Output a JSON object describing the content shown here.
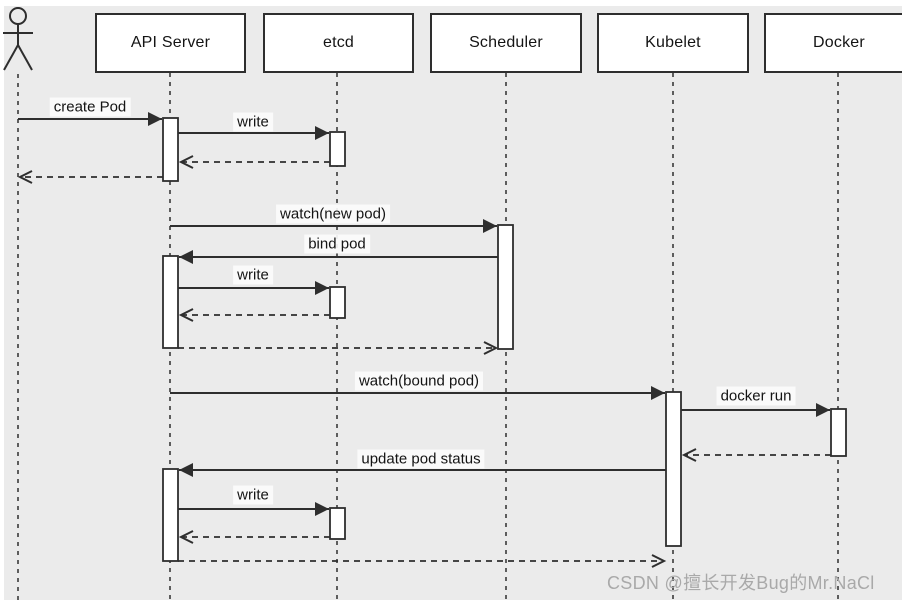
{
  "diagram": {
    "type": "uml-sequence-diagram",
    "participants": [
      {
        "id": "user",
        "kind": "actor",
        "label": ""
      },
      {
        "id": "api-server",
        "kind": "object",
        "label": "API Server"
      },
      {
        "id": "etcd",
        "kind": "object",
        "label": "etcd"
      },
      {
        "id": "scheduler",
        "kind": "object",
        "label": "Scheduler"
      },
      {
        "id": "kubelet",
        "kind": "object",
        "label": "Kubelet"
      },
      {
        "id": "docker",
        "kind": "object",
        "label": "Docker"
      }
    ],
    "messages": [
      {
        "from": "user",
        "to": "api-server",
        "label": "create Pod",
        "style": "solid"
      },
      {
        "from": "api-server",
        "to": "etcd",
        "label": "write",
        "style": "solid"
      },
      {
        "from": "etcd",
        "to": "api-server",
        "label": "",
        "style": "dashed-return"
      },
      {
        "from": "api-server",
        "to": "user",
        "label": "",
        "style": "dashed-return"
      },
      {
        "from": "api-server",
        "to": "scheduler",
        "label": "watch(new pod)",
        "style": "solid"
      },
      {
        "from": "scheduler",
        "to": "api-server",
        "label": "bind pod",
        "style": "solid"
      },
      {
        "from": "api-server",
        "to": "etcd",
        "label": "write",
        "style": "solid"
      },
      {
        "from": "etcd",
        "to": "api-server",
        "label": "",
        "style": "dashed-return"
      },
      {
        "from": "api-server",
        "to": "scheduler",
        "label": "",
        "style": "dashed-return"
      },
      {
        "from": "api-server",
        "to": "kubelet",
        "label": "watch(bound pod)",
        "style": "solid"
      },
      {
        "from": "kubelet",
        "to": "docker",
        "label": "docker run",
        "style": "solid"
      },
      {
        "from": "docker",
        "to": "kubelet",
        "label": "",
        "style": "dashed-return"
      },
      {
        "from": "kubelet",
        "to": "api-server",
        "label": "update pod status",
        "style": "solid"
      },
      {
        "from": "api-server",
        "to": "etcd",
        "label": "write",
        "style": "solid"
      },
      {
        "from": "etcd",
        "to": "api-server",
        "label": "",
        "style": "dashed-return"
      },
      {
        "from": "api-server",
        "to": "kubelet",
        "label": "",
        "style": "dashed-return"
      }
    ],
    "watermark": "CSDN @擅长开发Bug的Mr.NaCl",
    "colors": {
      "background": "#ebebeb",
      "line": "#2e2e2e",
      "box_fill": "#ffffff",
      "text": "#141414",
      "watermark": "#a9a9a9"
    }
  }
}
